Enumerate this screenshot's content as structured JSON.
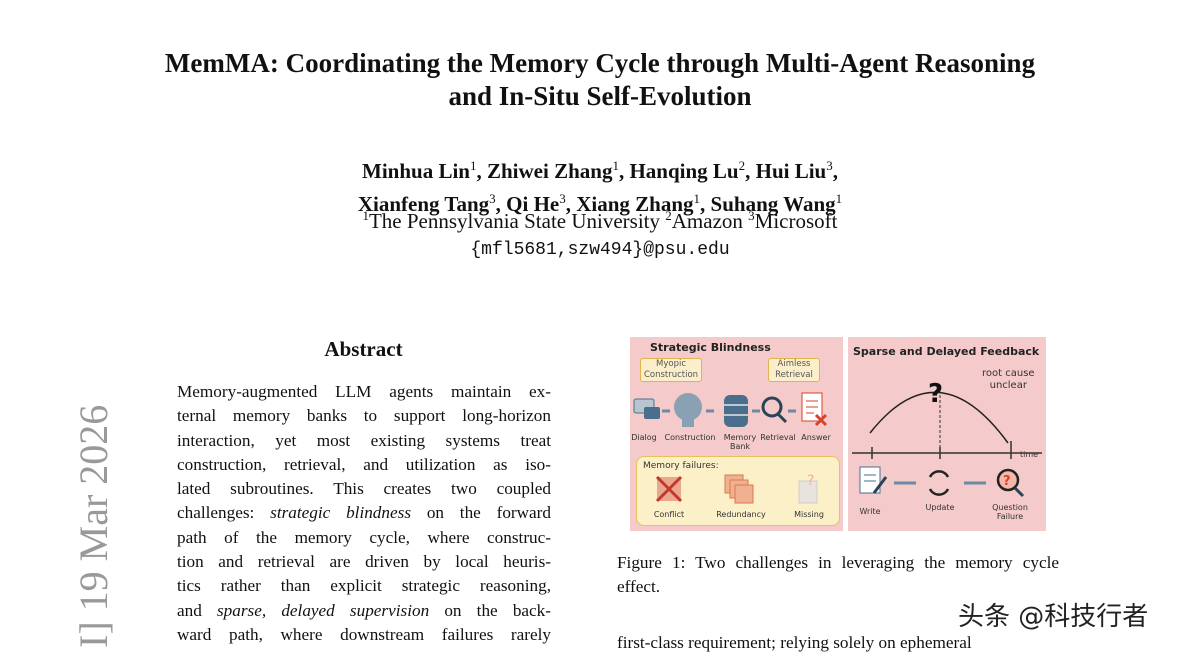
{
  "title": {
    "line1": "MemMA: Coordinating the Memory Cycle through Multi-Agent Reasoning",
    "line2": "and In-Situ Self-Evolution"
  },
  "authors": [
    {
      "name": "Minhua Lin",
      "aff": "1"
    },
    {
      "name": "Zhiwei Zhang",
      "aff": "1"
    },
    {
      "name": "Hanqing Lu",
      "aff": "2"
    },
    {
      "name": "Hui Liu",
      "aff": "3"
    },
    {
      "name": "Xianfeng Tang",
      "aff": "3"
    },
    {
      "name": "Qi He",
      "aff": "3"
    },
    {
      "name": "Xiang Zhang",
      "aff": "1"
    },
    {
      "name": "Suhang Wang",
      "aff": "1"
    }
  ],
  "affiliations": [
    {
      "num": "1",
      "name": "The Pennsylvania State University"
    },
    {
      "num": "2",
      "name": "Amazon"
    },
    {
      "num": "3",
      "name": "Microsoft"
    }
  ],
  "email": "{mfl5681,szw494}@psu.edu",
  "arxiv_stamp": "I]  19 Mar 2026",
  "abstract": {
    "heading": "Abstract",
    "lines": [
      [
        {
          "t": "Memory-augmented LLM agents maintain ex-"
        }
      ],
      [
        {
          "t": "ternal memory banks to support long-horizon"
        }
      ],
      [
        {
          "t": "interaction, yet most existing systems treat"
        }
      ],
      [
        {
          "t": "construction, retrieval, and utilization as iso-"
        }
      ],
      [
        {
          "t": "lated subroutines.  This creates two coupled"
        }
      ],
      [
        {
          "t": "challenges: "
        },
        {
          "t": "strategic blindness",
          "i": true
        },
        {
          "t": " on the forward"
        }
      ],
      [
        {
          "t": "path of the memory cycle, where construc-"
        }
      ],
      [
        {
          "t": "tion and retrieval are driven by local heuris-"
        }
      ],
      [
        {
          "t": "tics rather than explicit strategic reasoning,"
        }
      ],
      [
        {
          "t": "and "
        },
        {
          "t": "sparse, delayed supervision",
          "i": true
        },
        {
          "t": " on the back-"
        }
      ],
      [
        {
          "t": "ward path, where downstream failures rarely"
        }
      ]
    ]
  },
  "figure": {
    "left_title": "Strategic Blindness",
    "bubble1": [
      "Myopic",
      "Construction"
    ],
    "bubble2": [
      "Aimless",
      "Retrieval"
    ],
    "pipeline": [
      "Dialog",
      "Construction",
      "Memory Bank",
      "Retrieval",
      "Answer"
    ],
    "failures_title": "Memory failures:",
    "failures": [
      "Conflict",
      "Redundancy",
      "Missing"
    ],
    "right_title": "Sparse and Delayed Feedback",
    "root_cause": [
      "root cause",
      "unclear"
    ],
    "question_mark": "?",
    "time_label": "time",
    "steps": [
      "Write",
      "Update",
      "Question Failure"
    ],
    "colors": {
      "panel": "#f4caca",
      "bubble": "#fbeecb",
      "red": "#d9412b",
      "blue": "#4a6f8c"
    }
  },
  "caption": "Figure 1:  Two challenges in leveraging the memory cycle effect.",
  "bottom_text": "first-class requirement; relying solely on ephemeral",
  "watermark": "头条 @科技行者"
}
